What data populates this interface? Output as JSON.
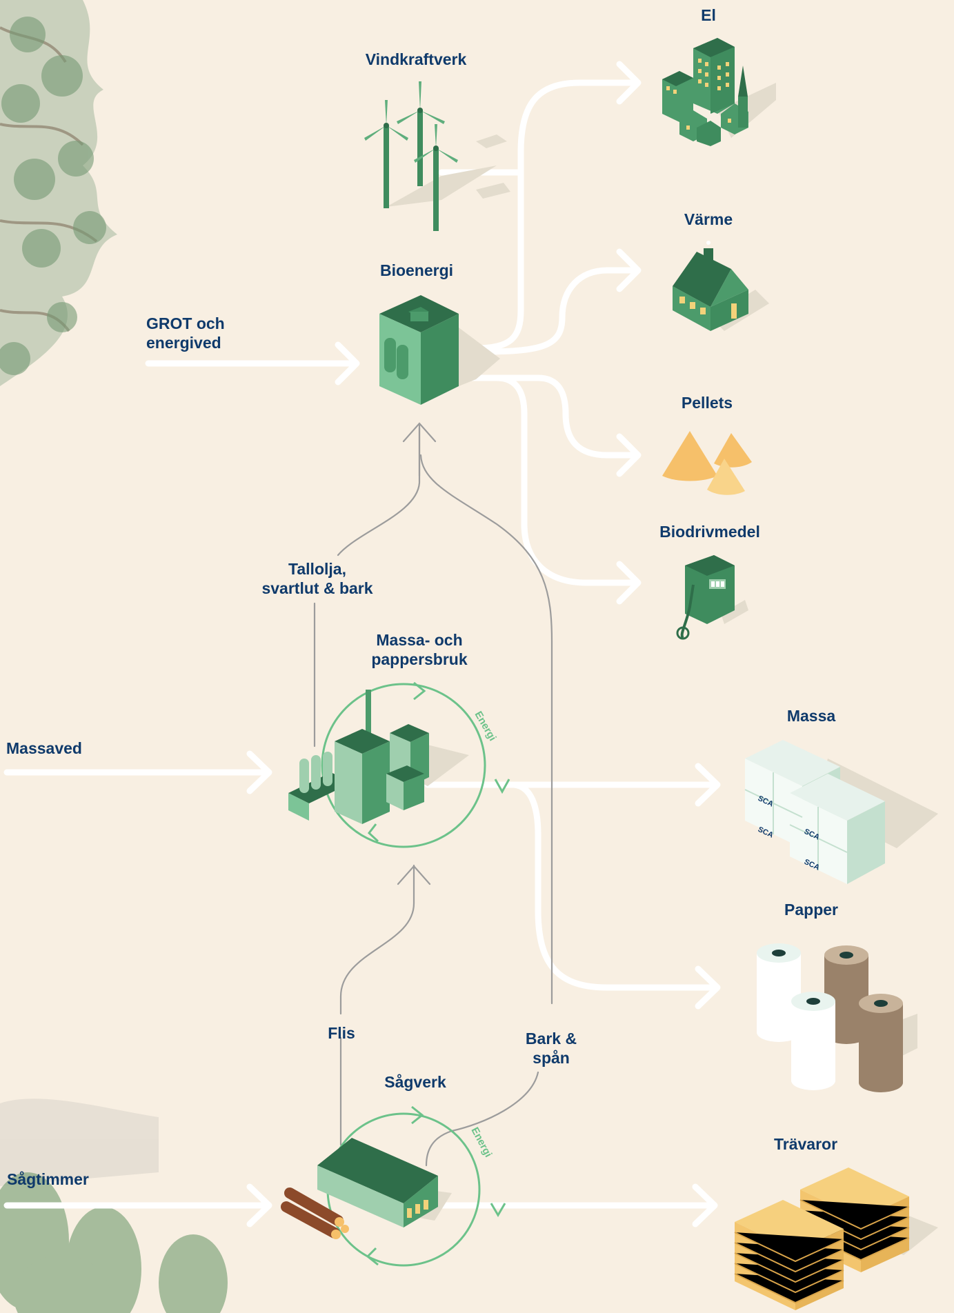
{
  "labels": {
    "vindkraftverk": "Vindkraftverk",
    "bioenergi": "Bioenergi",
    "grot": "GROT och\nenergived",
    "el": "El",
    "varme": "Värme",
    "pellets": "Pellets",
    "biodrivmedel": "Biodrivmedel",
    "tallolja": "Tallolja,\nsvartlut & bark",
    "massa_pappersbruk": "Massa- och\npappersbruk",
    "massaved": "Massaved",
    "massa": "Massa",
    "papper": "Papper",
    "flis": "Flis",
    "bark_span": "Bark &\nspån",
    "sagverk": "Sågverk",
    "sagtimmer": "Sågtimmer",
    "travaror": "Trävaror"
  },
  "energy_labels": {
    "pulp_mill": "Energi",
    "sawmill": "Energi"
  },
  "brand": {
    "logo_text": "SCA"
  },
  "colors": {
    "background": "#f8efe2",
    "label_text": "#0f3a6b",
    "flow_arrow": "#ffffff",
    "byproduct_line": "#9c9c9c",
    "energy_cycle": "#6cc28a",
    "building_dark": "#2f6e4a",
    "building_mid": "#4c9b6b",
    "building_light": "#9fcfae",
    "pellet": "#f6c06a",
    "lumber": "#f3c56e",
    "paper_brown": "#9a826a"
  }
}
